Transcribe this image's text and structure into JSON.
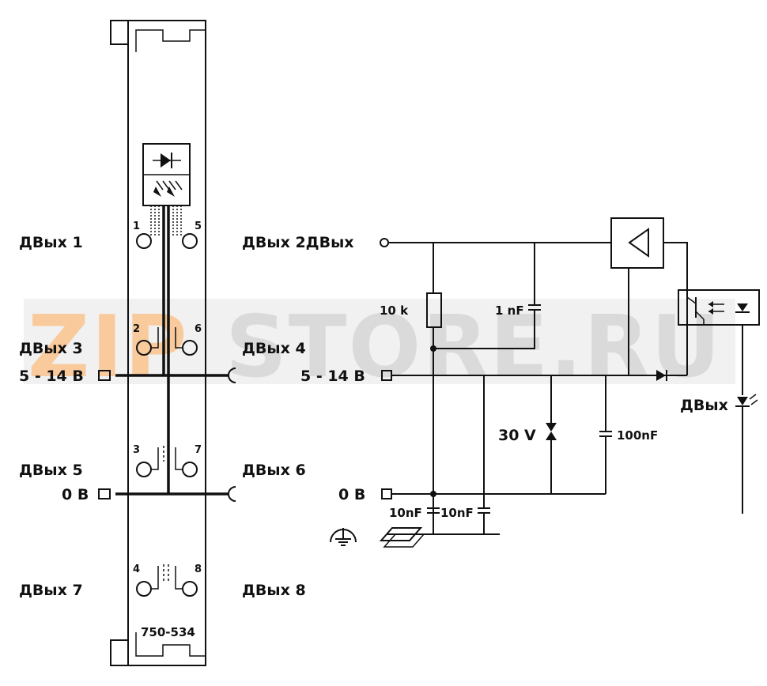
{
  "module": {
    "part_number": "750-534",
    "terminal_numbers": [
      "1",
      "5",
      "2",
      "6",
      "3",
      "7",
      "4",
      "8"
    ]
  },
  "labels": {
    "out1": "ДВых 1",
    "out2": "ДВых 2ДВых",
    "out3": "ДВых 3",
    "out4": "ДВых 4",
    "out5": "ДВых 5",
    "out6": "ДВых 6",
    "out7": "ДВых 7",
    "out8": "ДВых 8",
    "supply_left": "5 - 14 В",
    "zero_left": "0 В",
    "supply_right": "5 - 14 В",
    "zero_right": "0 В",
    "led_out": "ДВых"
  },
  "components": {
    "resistor": "10 k",
    "cap_1nf": "1 nF",
    "zener": "30 V",
    "cap_100nf": "100nF",
    "cap_10nf_a": "10nF",
    "cap_10nf_b": "10nF"
  },
  "watermark": {
    "text_a": "ZIP",
    "text_b": "STORE.RU",
    "color_a": "#f5a04a",
    "color_b": "#c8c8c8"
  }
}
